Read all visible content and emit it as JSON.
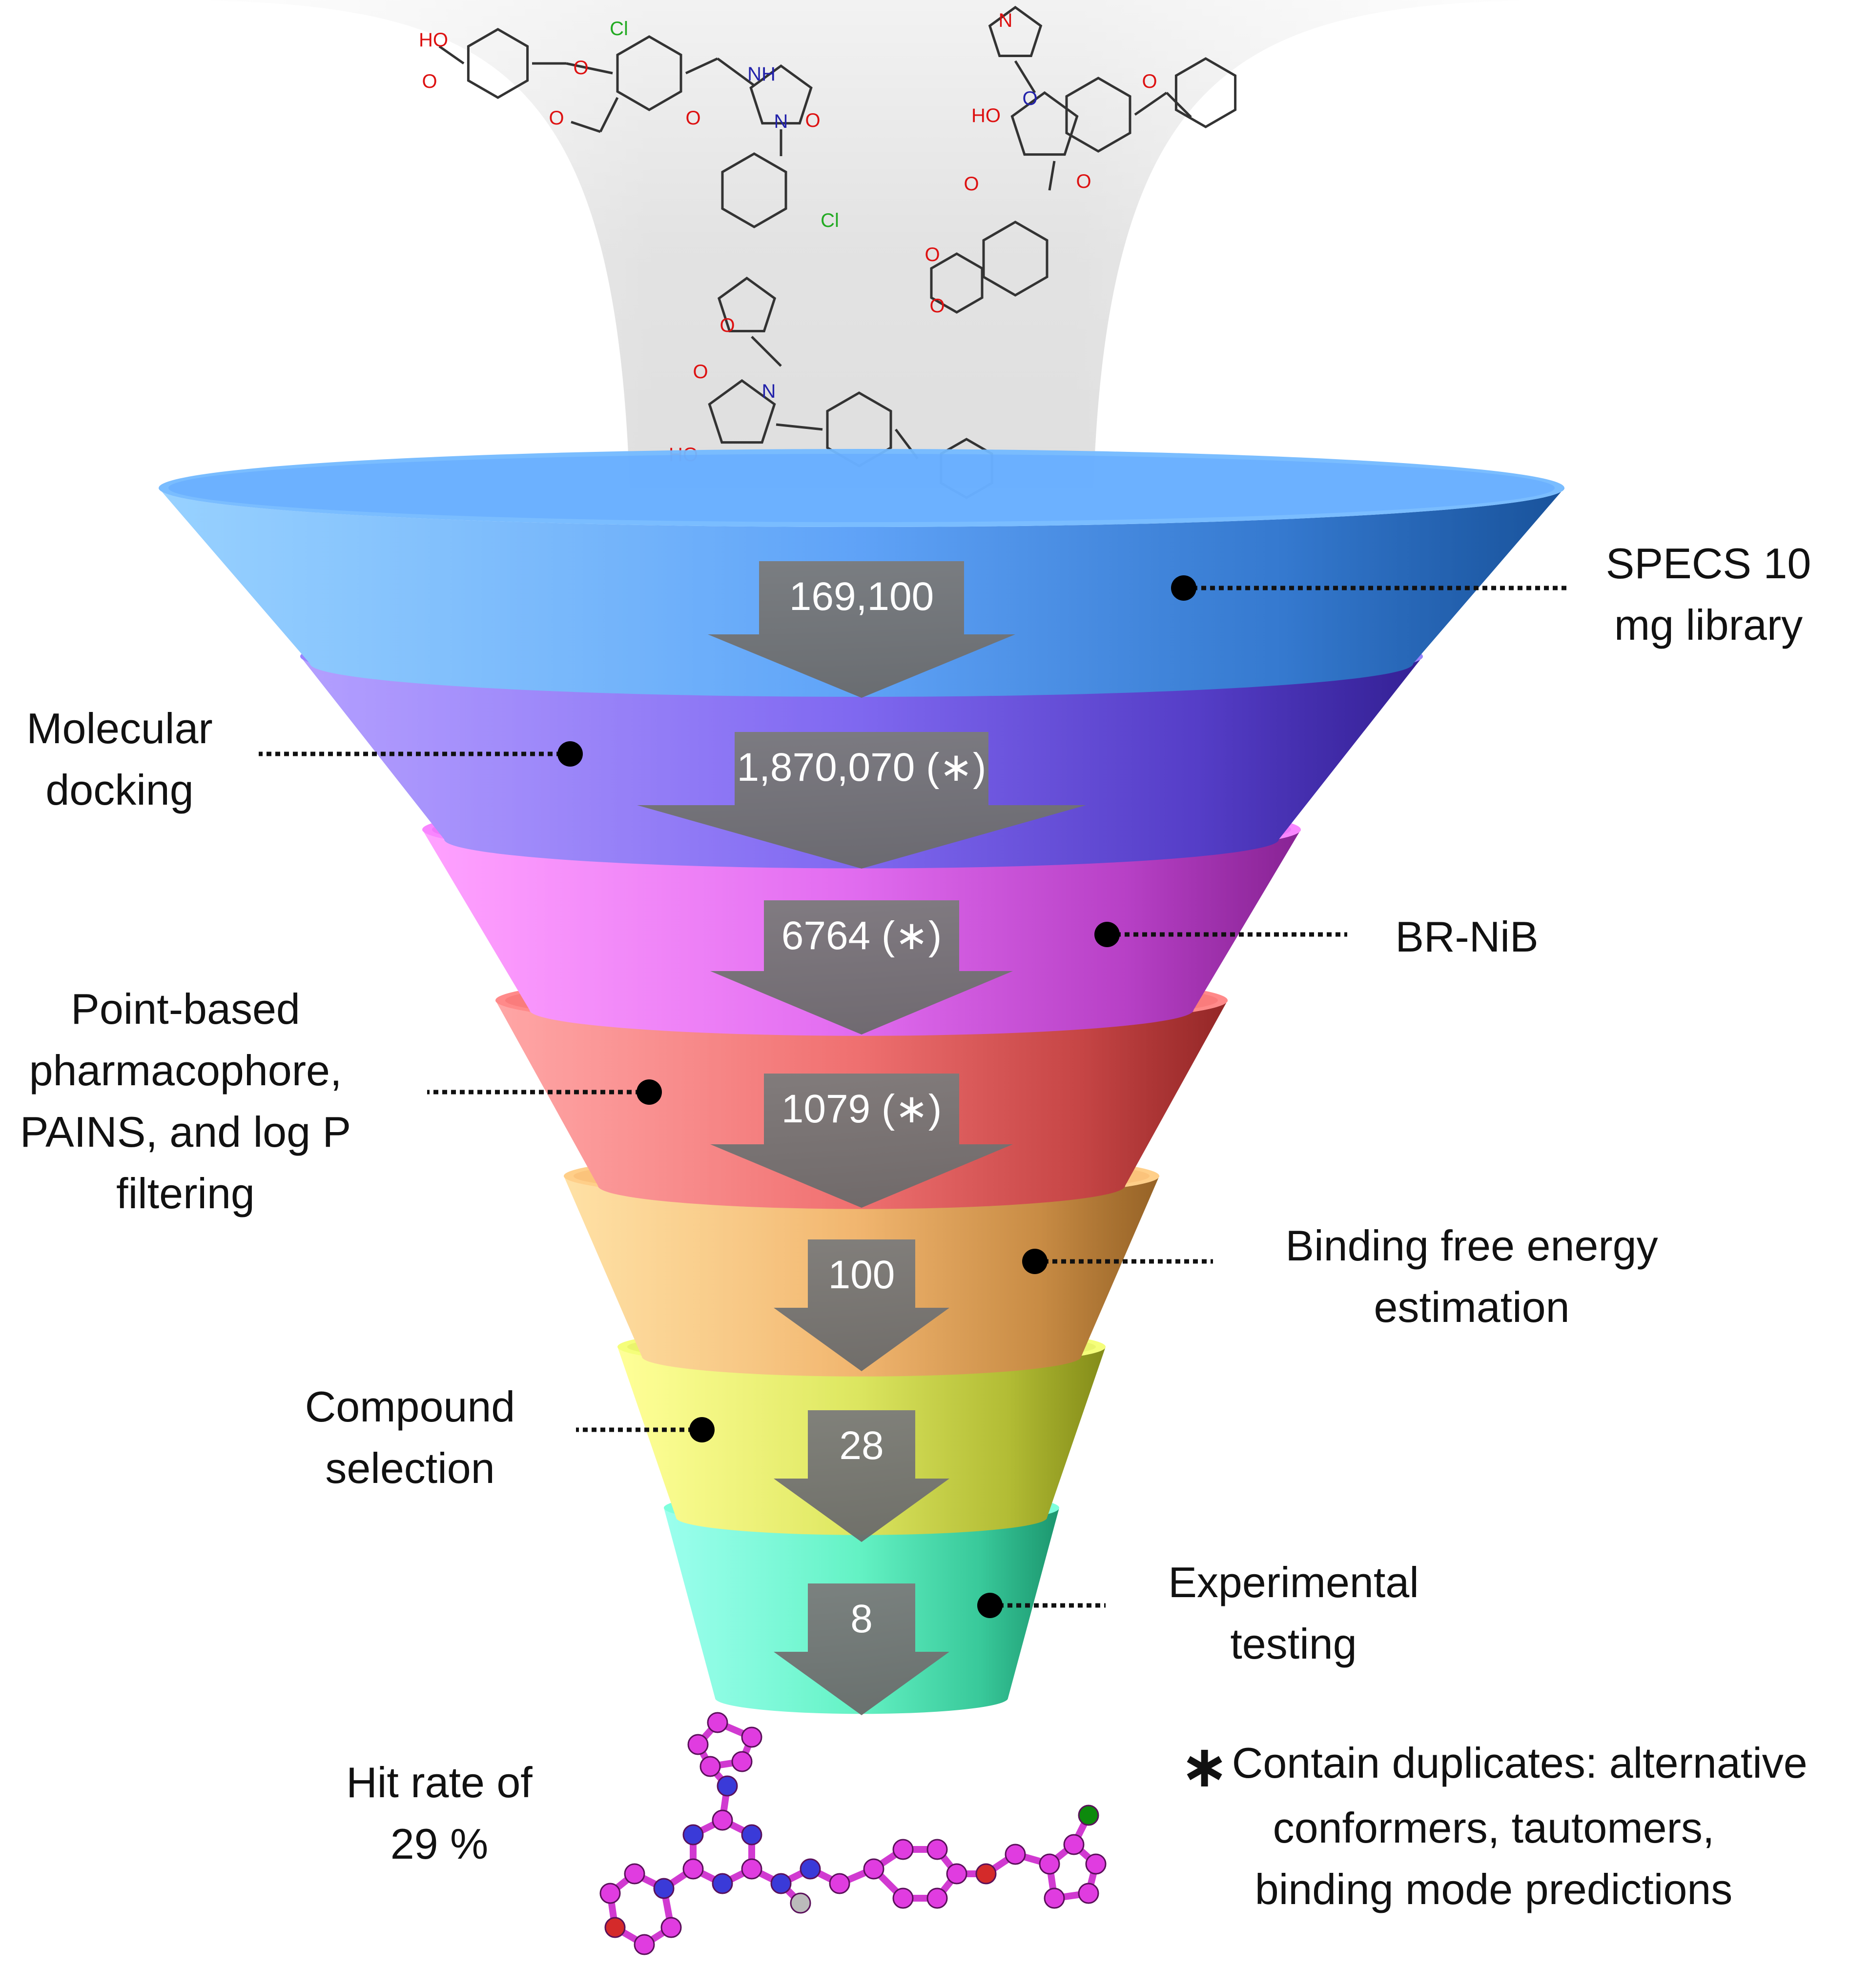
{
  "funnel": {
    "counts": [
      "169,100",
      "1,870,070 (∗)",
      "6764  (∗)",
      "1079  (∗)",
      "100",
      "28",
      "8"
    ],
    "stages": [
      {
        "name": "stage-specs-library",
        "lines": [
          "SPECS 10",
          "mg library"
        ],
        "color": "#5aa0f8",
        "count": "169,100"
      },
      {
        "name": "stage-molecular-docking",
        "lines": [
          "Molecular",
          "docking"
        ],
        "color": "#7b63f0",
        "count": "1,870,070 (∗)"
      },
      {
        "name": "stage-br-nib",
        "lines": [
          "BR-NiB"
        ],
        "color": "#e066ef",
        "count": "6764  (∗)"
      },
      {
        "name": "stage-pharmacophore-filtering",
        "lines": [
          "Point-based",
          "pharmacophore,",
          "PAINS, and log P",
          "filtering"
        ],
        "color": "#ef6b6b",
        "count": "1079  (∗)"
      },
      {
        "name": "stage-binding-free-energy",
        "lines": [
          "Binding free energy",
          "estimation"
        ],
        "color": "#f1b36a",
        "count": "100"
      },
      {
        "name": "stage-compound-selection",
        "lines": [
          "Compound",
          "selection"
        ],
        "color": "#dbe55a",
        "count": "28"
      },
      {
        "name": "stage-experimental-testing",
        "lines": [
          "Experimental",
          "testing"
        ],
        "color": "#5ef2c2",
        "count": "8"
      }
    ]
  },
  "result": {
    "lines": [
      "Hit rate of",
      "29 %"
    ]
  },
  "footnote": {
    "symbol": "∗",
    "lines": [
      "Contain duplicates: alternative",
      "conformers, tautomers,",
      "binding mode predictions"
    ]
  },
  "molecule_atoms": [
    "HO",
    "O",
    "O",
    "Cl",
    "NH",
    "N",
    "O",
    "O",
    "Cl",
    "O",
    "N",
    "O",
    "HO",
    "O",
    "O",
    "O",
    "O",
    "O",
    "N",
    "O",
    "HO",
    "O"
  ]
}
